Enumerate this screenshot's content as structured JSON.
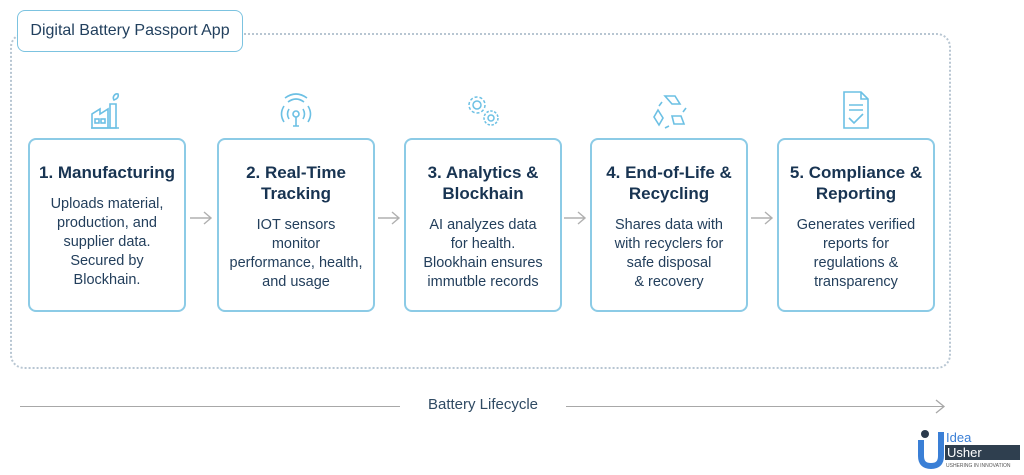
{
  "app_label": "Digital Battery Passport App",
  "accent_color": "#7cc3e0",
  "steps": [
    {
      "title_line1": "1. Manufacturing",
      "title_line2": "",
      "description": [
        "Uploads material,",
        "production, and",
        "supplier data.",
        "Secured by",
        "Blockhain."
      ],
      "icon": "factory-icon"
    },
    {
      "title_line1": "2. Real-Time",
      "title_line2": "Tracking",
      "description": [
        "IOT sensors",
        "monitor",
        "performance, health,",
        "and usage"
      ],
      "icon": "wireless-sensor-icon"
    },
    {
      "title_line1": "3. Analytics &",
      "title_line2": "Blockhain",
      "description": [
        "AI analyzes data",
        "for health.",
        "Blookhain ensures",
        "immutble records"
      ],
      "icon": "gears-icon"
    },
    {
      "title_line1": "4. End-of-Life &",
      "title_line2": "Recycling",
      "description": [
        "Shares data with",
        "with recyclers for",
        "safe disposal",
        "& recovery"
      ],
      "icon": "recycle-icon"
    },
    {
      "title_line1": "5. Compliance &",
      "title_line2": "Reporting",
      "description": [
        "Generates verified",
        "reports for",
        "regulations &",
        "transparency"
      ],
      "icon": "document-check-icon"
    }
  ],
  "lifecycle_label": "Battery Lifecycle",
  "logo": {
    "line1": "Idea",
    "line2": "Usher",
    "tagline": "USHERING IN INNOVATION"
  }
}
